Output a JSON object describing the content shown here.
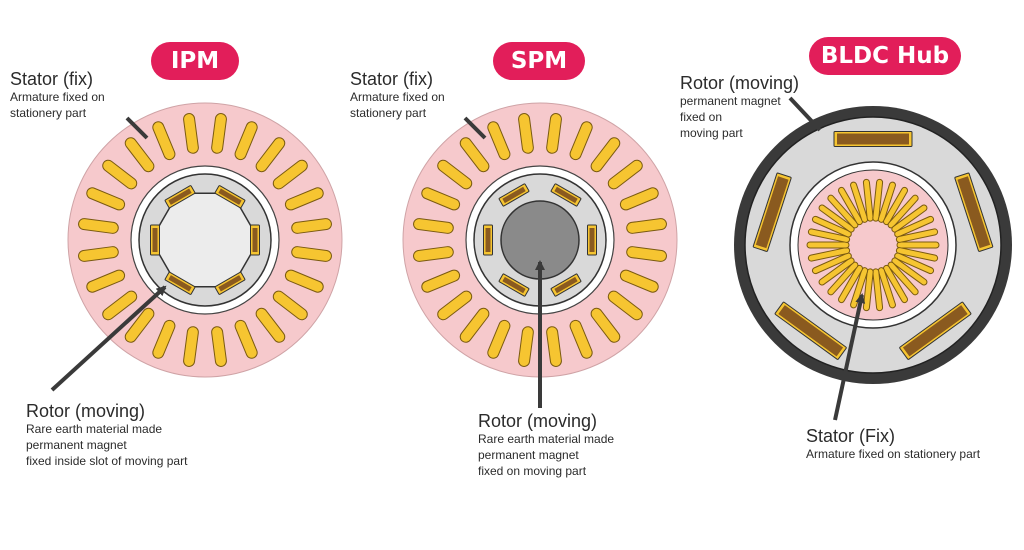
{
  "badges": {
    "ipm": "IPM",
    "spm": "SPM",
    "bldc": "BLDC Hub"
  },
  "ipm": {
    "stator_title": "Stator (fix)",
    "stator_desc": [
      "Armature fixed on",
      "stationery part"
    ],
    "rotor_title": "Rotor (moving)",
    "rotor_desc": [
      "Rare earth material made",
      "permanent magnet",
      "fixed inside slot of moving part"
    ]
  },
  "spm": {
    "stator_title": "Stator (fix)",
    "stator_desc": [
      "Armature fixed on",
      "stationery part"
    ],
    "rotor_title": "Rotor (moving)",
    "rotor_desc": [
      "Rare earth material made",
      "permanent magnet",
      "fixed on moving  part"
    ]
  },
  "bldc": {
    "rotor_title": "Rotor (moving)",
    "rotor_desc": [
      "permanent magnet",
      "fixed on",
      "moving part"
    ],
    "stator_title": "Stator (Fix)",
    "stator_desc": [
      "Armature fixed on stationery part"
    ]
  },
  "colors": {
    "accent": "#e21e5a",
    "stator_pink": "#f6c9cc",
    "coil_yellow": "#f6c531",
    "magnet_brown": "#8a5a1f",
    "rotor_gray": "#d9d9d9",
    "shaft_gray": "#8a8a8a",
    "hub_dark": "#3a3a3a"
  },
  "icons": {
    "pointer": "arrow-pointer-icon"
  }
}
